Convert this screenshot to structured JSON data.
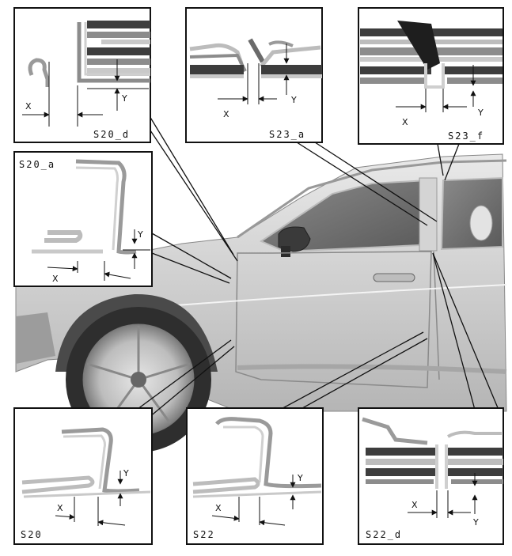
{
  "details": [
    {
      "id": "s20d",
      "label": "S20_d"
    },
    {
      "id": "s23a",
      "label": "S23_a"
    },
    {
      "id": "s23f",
      "label": "S23_f"
    },
    {
      "id": "s20a",
      "label": "S20_a"
    },
    {
      "id": "s20",
      "label": "S20"
    },
    {
      "id": "s22",
      "label": "S22"
    },
    {
      "id": "s22d",
      "label": "S22_d"
    }
  ],
  "dimensions": {
    "x": "X",
    "y": "Y"
  },
  "colors": {
    "frame": "#111111",
    "sheet_dark": "#3d3d3d",
    "sheet_mid": "#8c8c8c",
    "sheet_light": "#c9c9c9",
    "car_body": "#d8d8d8",
    "glass": "#6f6f6f"
  }
}
